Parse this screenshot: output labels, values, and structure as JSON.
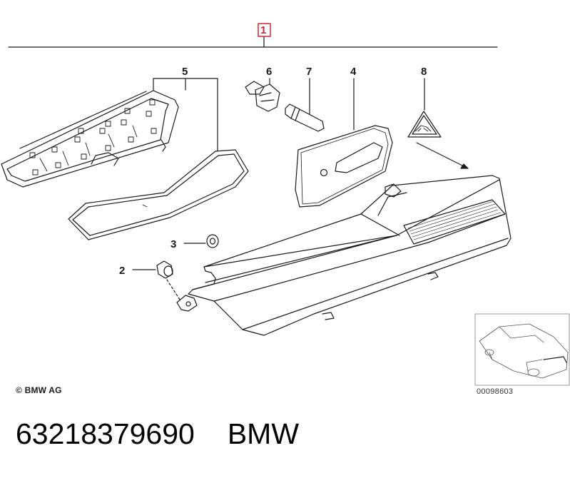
{
  "callouts": {
    "c1": "1",
    "c2": "2",
    "c3": "3",
    "c4": "4",
    "c5": "5",
    "c6": "6",
    "c7": "7",
    "c8": "8"
  },
  "copyright": "© BMW AG",
  "thumbnail_number": "00098603",
  "footer": {
    "part_number": "63218379690",
    "brand": "BMW"
  },
  "colors": {
    "line": "#1a1a1a",
    "callout_box": "#c8283c",
    "background": "#ffffff"
  }
}
